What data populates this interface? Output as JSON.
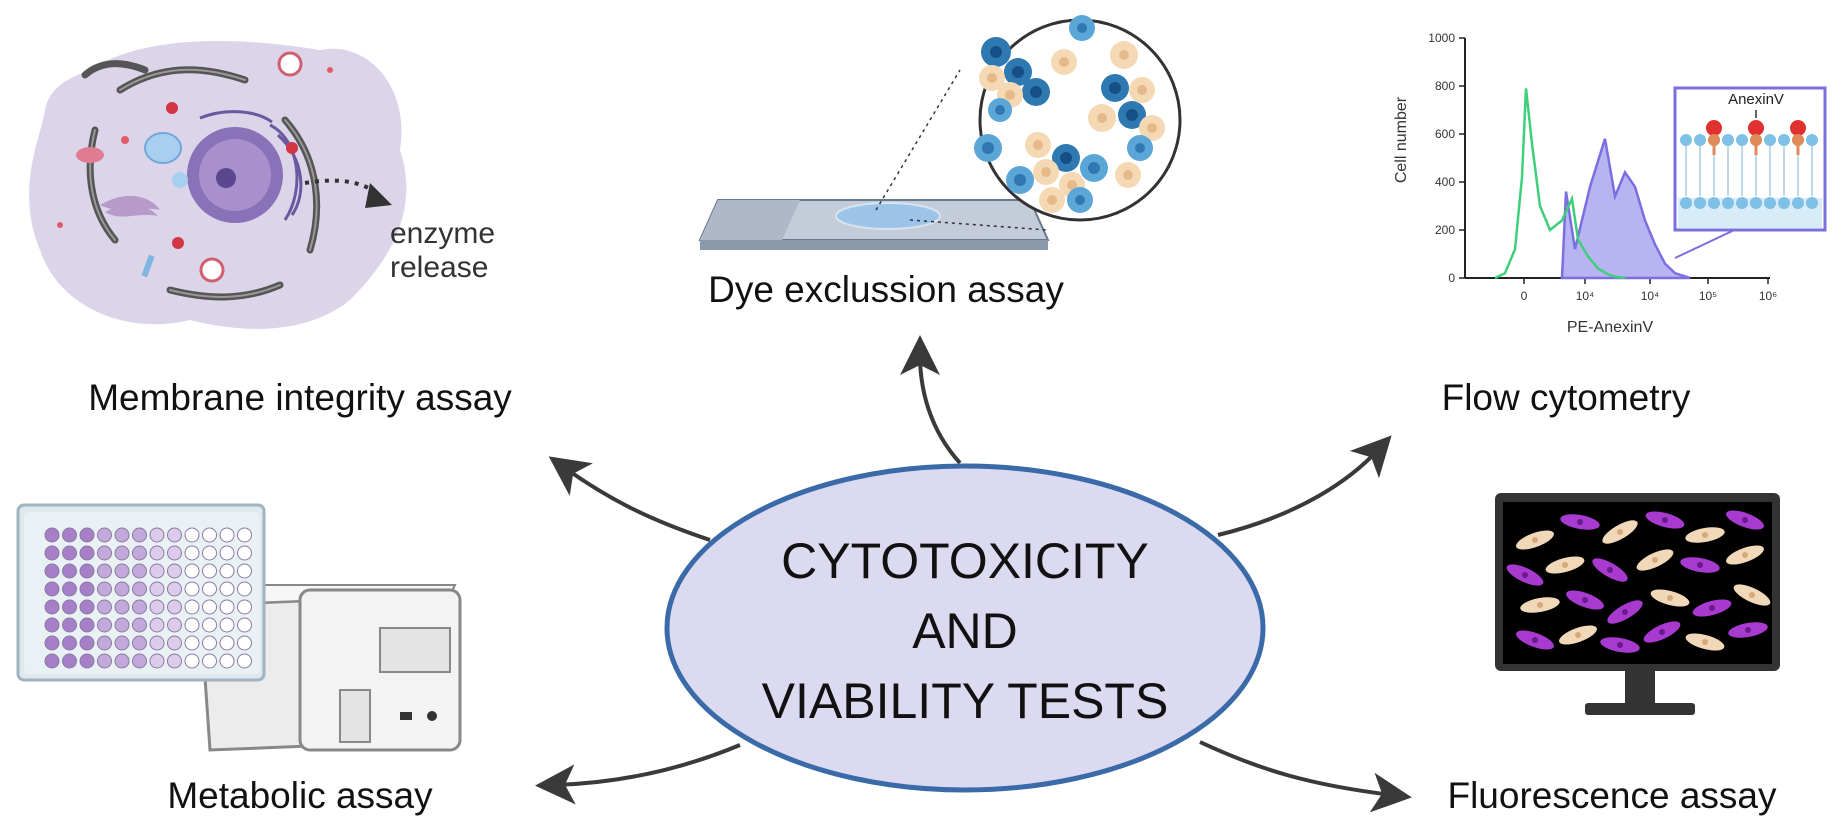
{
  "center": {
    "line1": "CYTOTOXICITY",
    "line2": "AND",
    "line3": "VIABILITY TESTS"
  },
  "labels": {
    "membrane": "Membrane integrity assay",
    "dye": "Dye exclussion assay",
    "flow": "Flow cytometry",
    "metabolic": "Metabolic assay",
    "fluorescence": "Fluorescence assay"
  },
  "enzyme": {
    "line1": "enzyme",
    "line2": "release"
  },
  "chart_data": {
    "type": "area",
    "ylabel": "Cell number",
    "xlabel": "PE-AnexinV",
    "inset_label": "AnexinV",
    "yticks": [
      "0",
      "200",
      "400",
      "600",
      "800",
      "1000"
    ],
    "xticks": [
      "0",
      "10⁴",
      "10⁴",
      "10⁵",
      "10⁶"
    ],
    "ylim": [
      0,
      1000
    ],
    "series": [
      {
        "values": [
          0,
          20,
          120,
          420,
          790,
          560,
          300,
          200,
          240,
          330,
          160,
          90,
          40,
          15,
          5,
          0
        ]
      },
      {
        "values": [
          0,
          360,
          120,
          380,
          580,
          340,
          440,
          380,
          240,
          140,
          60,
          20,
          0
        ]
      }
    ],
    "colors": {
      "control": "#3ecf7a",
      "treated": "#7b6fe0",
      "treated_fill": "#b8b4f2"
    }
  },
  "colors": {
    "ellipse_fill": "#dcdaf0",
    "ellipse_stroke": "#3a6aa8",
    "arrow": "#3a3a3a"
  }
}
